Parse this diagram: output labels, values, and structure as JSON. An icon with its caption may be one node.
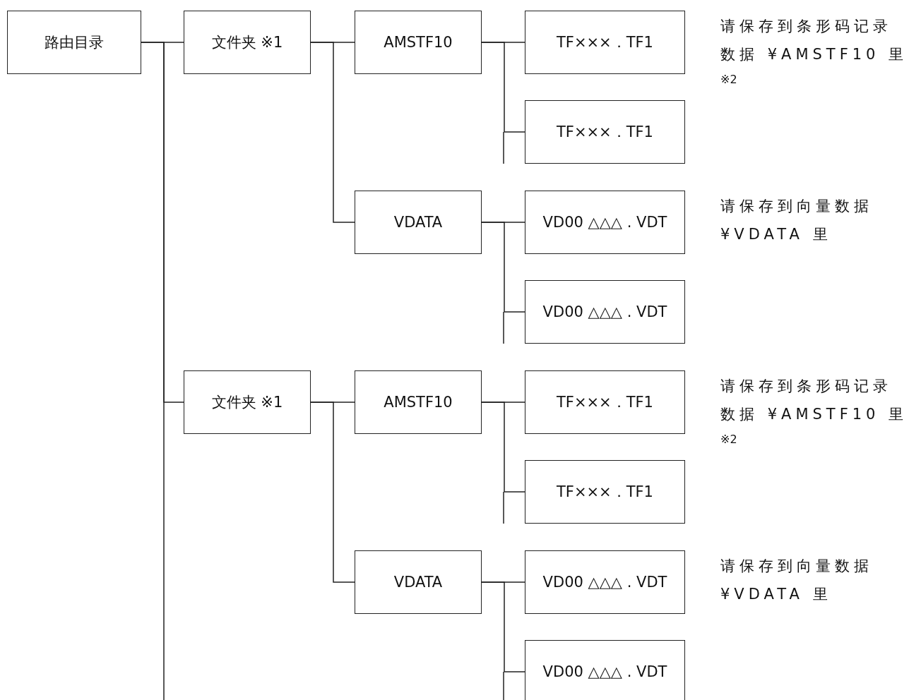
{
  "diagram": {
    "nodes": [
      {
        "text": [
          "路由目录"
        ]
      },
      {
        "text": [
          "文件夹 ※1"
        ]
      },
      {
        "text": [
          "AMSTF10"
        ]
      },
      {
        "text": [
          "TF×××．TF1"
        ],
        "beside": [
          "请保存到条形码记录数据 ¥AMSTF10 里",
          "※2"
        ]
      },
      {
        "text": [
          "TF×××．TF1"
        ]
      },
      {
        "text": [
          "VDATA"
        ]
      },
      {
        "text": [
          "VD00 △△△ . VDT"
        ],
        "beside": [
          "请保存到向量数据 ¥VDATA 里"
        ]
      },
      {
        "text": [
          "VD00 △△△ . VDT"
        ]
      },
      {
        "text": [
          "文件夹 ※1"
        ]
      },
      {
        "text": [
          "AMSTF10"
        ]
      },
      {
        "text": [
          "TF×××．TF1"
        ],
        "beside": [
          "请保存到条形码记录数据 ¥AMSTF10 里",
          "※2"
        ]
      },
      {
        "text": [
          "TF×××．TF1"
        ]
      },
      {
        "text": [
          "VDATA"
        ]
      },
      {
        "text": [
          "VD00 △△△ . VDT"
        ],
        "beside": [
          "请保存到向量数据 ¥VDATA 里"
        ]
      },
      {
        "text": [
          "VD00 △△△ . VDT"
        ]
      }
    ],
    "edges": [
      {
        "from": 0,
        "to": 1,
        "arrow": "none"
      },
      {
        "from": 1,
        "to": 2,
        "arrow": "none"
      },
      {
        "from": 2,
        "to": 3,
        "arrow": "none"
      },
      {
        "from": 2,
        "to": 4,
        "arrow": "none"
      },
      {
        "from": 1,
        "to": 5,
        "arrow": "none"
      },
      {
        "from": 5,
        "to": 6,
        "arrow": "none"
      },
      {
        "from": 5,
        "to": 7,
        "arrow": "none"
      },
      {
        "from": 0,
        "to": 8,
        "arrow": "none"
      },
      {
        "from": 8,
        "to": 9,
        "arrow": "none"
      },
      {
        "from": 9,
        "to": 10,
        "arrow": "none"
      },
      {
        "from": 9,
        "to": 11,
        "arrow": "none"
      },
      {
        "from": 8,
        "to": 12,
        "arrow": "none"
      },
      {
        "from": 12,
        "to": 13,
        "arrow": "none"
      },
      {
        "from": 12,
        "to": 14,
        "arrow": "none"
      }
    ]
  }
}
